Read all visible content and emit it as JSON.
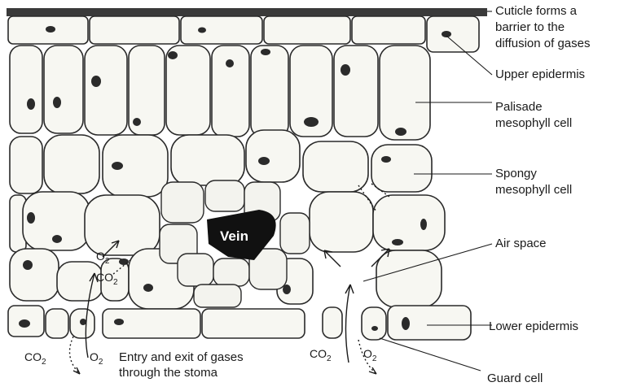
{
  "labels": {
    "cuticle": [
      "Cuticle forms a",
      "barrier to the",
      "diffusion of gases"
    ],
    "upper_epidermis": "Upper epidermis",
    "palisade": [
      "Palisade",
      "mesophyll cell"
    ],
    "spongy": [
      "Spongy",
      "mesophyll cell"
    ],
    "air_space": "Air space",
    "lower_epidermis": "Lower epidermis",
    "guard_cell": "Guard cell",
    "vein": "Vein",
    "stoma_caption": [
      "Entry and exit of gases",
      "through the stoma"
    ]
  },
  "gases": {
    "co2": "CO",
    "co2_sub": "2",
    "o2": "O",
    "o2_sub": "2"
  }
}
